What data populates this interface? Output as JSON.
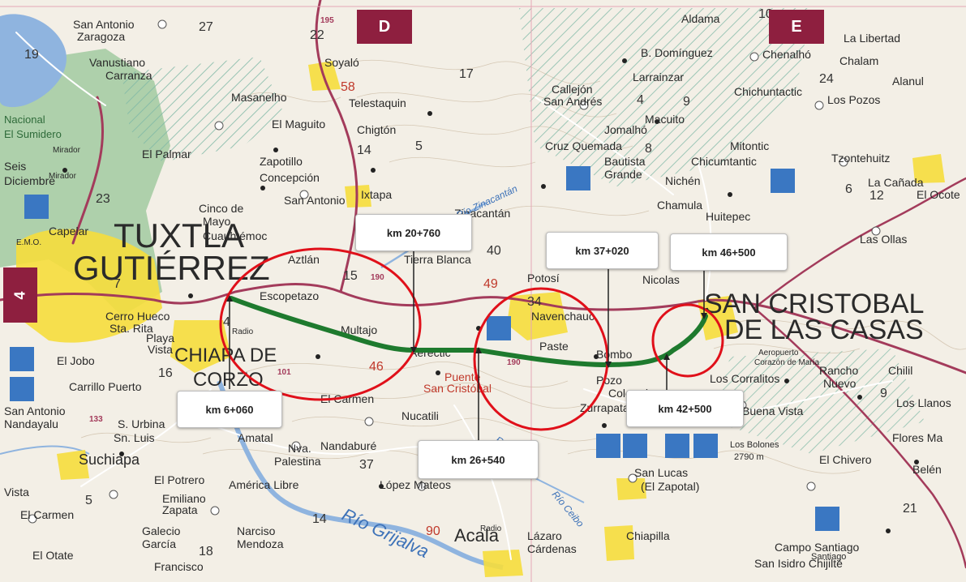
{
  "grid": {
    "col_d": "D",
    "col_e": "E",
    "row_4": "4"
  },
  "labels": {
    "cities": [
      "TUXTLA",
      "GUTIÉRREZ",
      "SAN CRISTOBAL",
      "DE LAS CASAS",
      "CHIAPA DE",
      "CORZO",
      "Suchiapa",
      "Acala"
    ],
    "towns": [
      "San Antonio",
      "Zaragoza",
      "Vanustiano",
      "Carranza",
      "Masanelho",
      "Telestaquin",
      "El Maguito",
      "Chigtón",
      "Zapotillo",
      "Concepción",
      "El Palmar",
      "Ixtapa",
      "San Antonio",
      "Cinco de",
      "Mayo",
      "Cuauhtémoc",
      "Aztlán",
      "Escopetazo",
      "Multajo",
      "El Carmen",
      "Nucatili",
      "Amatal",
      "Nandaburé",
      "Nva.",
      "Palestina",
      "América Libre",
      "López Mateos",
      "Emiliano",
      "Zapata",
      "El Potrero",
      "S. Urbina",
      "Sn. Luis",
      "Cerro Hueco",
      "Sta. Rita",
      "Playa",
      "Vista",
      "El Jobo",
      "Carrillo Puerto",
      "San Antonio",
      "Nandayalu",
      "Tierra Blanca",
      "Navenchauc",
      "Paste",
      "Bombo",
      "Pozo",
      "Colorado",
      "Zurrapata",
      "Nicolas",
      "Potosí",
      "Chamula",
      "Soyaló",
      "Zinacantán",
      "Aldama",
      "B. Domínguez",
      "Chenalhó",
      "Chalam",
      "La Libertad",
      "Alanul",
      "Larrainzar",
      "San Andrés",
      "Callejón",
      "Jomalhó",
      "Macuito",
      "Chichuntactic",
      "Los Pozos",
      "Cruz Quemada",
      "Bautista",
      "Grande",
      "Nichén",
      "Chicumtantic",
      "Tzontehuitz",
      "Huitepec",
      "Aeropuerto",
      "Corazón de María",
      "Rancho",
      "Nuevo",
      "Los Corralitos",
      "Buena Vista",
      "Chilil",
      "Los Llanos",
      "Flores Ma",
      "El Chivero",
      "San Lucas",
      "(El Zapotal)",
      "Chiapilla",
      "Lázaro",
      "Cárdenas",
      "Campo Santiago",
      "San Isidro Chijilté",
      "Belén",
      "Narciso",
      "Mendoza",
      "Galecio",
      "García",
      "Francisco",
      "El Otate",
      "El Carmen",
      "Vista",
      "Mirador",
      "Mirador",
      "Nacional",
      "El Sumidero",
      "Seis",
      "Diciembre",
      "Capelar",
      "E.M.O.",
      "Radio",
      "Radio",
      "Aerectic",
      "Puente",
      "San Cristóbal",
      "Las Ollas",
      "Mitontic",
      "La Cañada",
      "El Ocote",
      "Los Bolones",
      "2790 m",
      "Santiago"
    ],
    "rivers": [
      "Río Grijalva",
      "Río Zinacantán",
      "Río Frío",
      "Río Ceibo"
    ],
    "highways": [
      "190",
      "195",
      "101",
      "133",
      "190"
    ],
    "km_numbers": [
      "27",
      "22",
      "58",
      "14",
      "5",
      "17",
      "8",
      "9",
      "10",
      "6",
      "24",
      "40",
      "49",
      "34",
      "46",
      "37",
      "15",
      "16",
      "90",
      "5",
      "18",
      "14",
      "21",
      "9",
      "12",
      "7",
      "4",
      "23",
      "19",
      "10",
      "4"
    ]
  },
  "callouts": {
    "km6060": "km 6+060",
    "km20760": "km 20+760",
    "km26540": "km 26+540",
    "km37020": "km 37+020",
    "km42500": "km 42+500",
    "km46500": "km 46+500"
  },
  "colors": {
    "route": "#1e7a2e",
    "circle": "#e0101a",
    "road": "#a33b5b",
    "water": "#8fb4df",
    "grid_tab": "#8e1f3f",
    "urban": "#f6dd3c",
    "park": "#9cc89c"
  }
}
